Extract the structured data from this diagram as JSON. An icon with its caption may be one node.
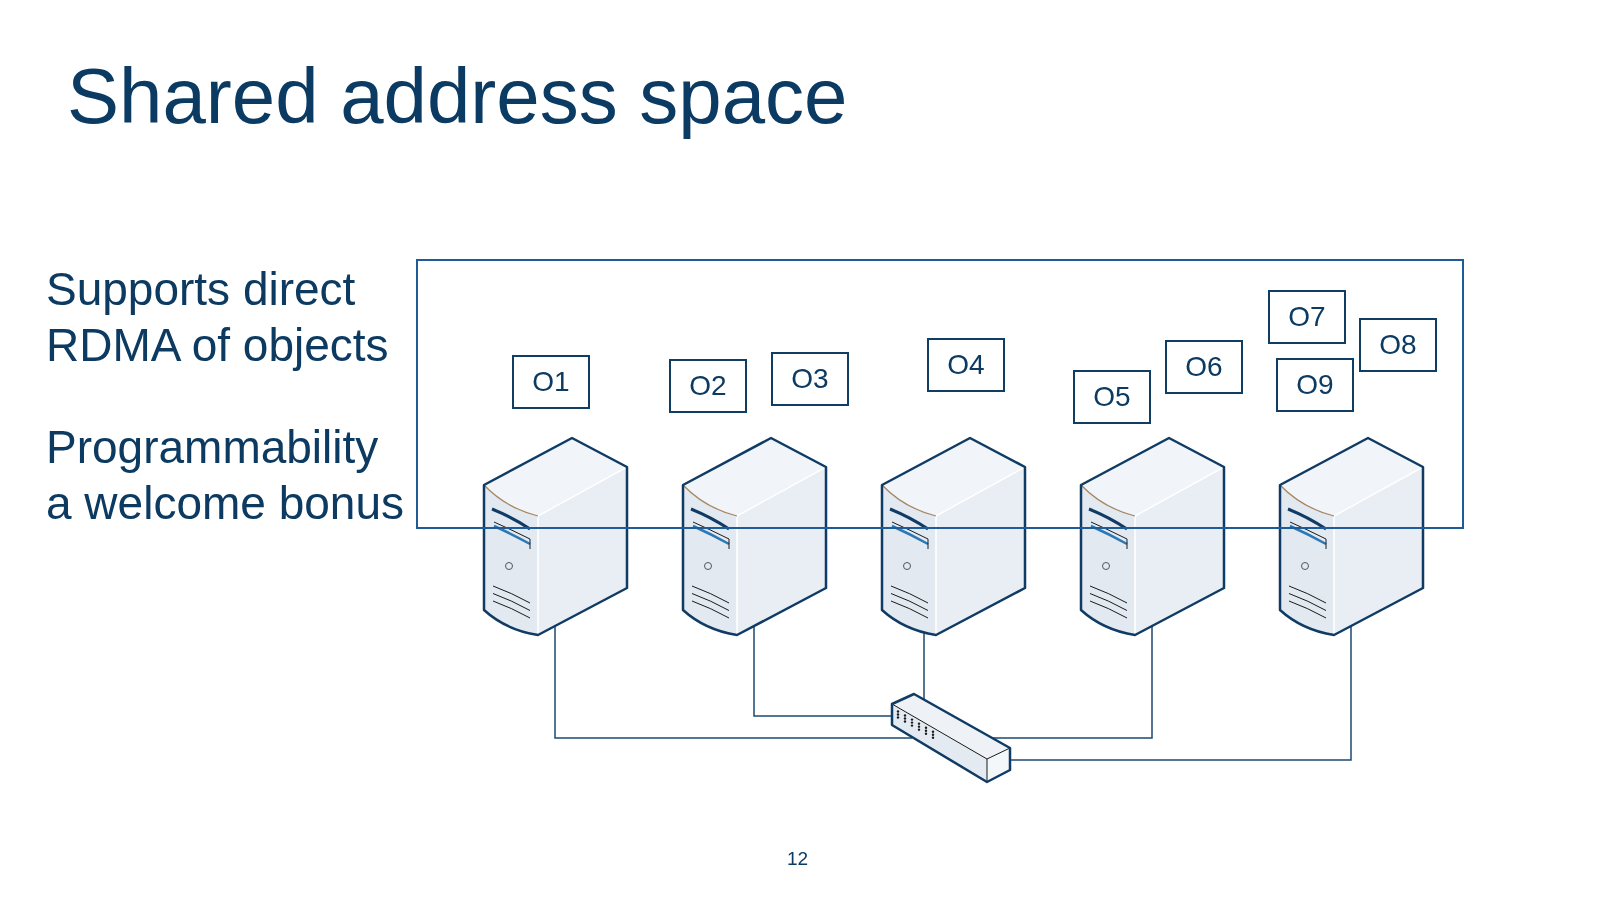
{
  "diagram": {
    "title": "Shared address space",
    "nodes": [
      {
        "text": [],
        "shape": "box"
      },
      {
        "text": [
          "O1"
        ],
        "in": 0
      },
      {
        "text": [
          "O2"
        ],
        "in": 0
      },
      {
        "text": [
          "O3"
        ],
        "in": 0
      },
      {
        "text": [
          "O4"
        ],
        "in": 0
      },
      {
        "text": [
          "O5"
        ],
        "in": 0
      },
      {
        "text": [
          "O6"
        ],
        "in": 0
      },
      {
        "text": [
          "O7"
        ],
        "in": 0
      },
      {
        "text": [
          "O8"
        ],
        "in": 0
      },
      {
        "text": [
          "O9"
        ],
        "in": 0
      },
      {
        "text": [],
        "shape": "picture"
      },
      {
        "text": [],
        "shape": "picture"
      },
      {
        "text": [],
        "shape": "picture"
      },
      {
        "text": [],
        "shape": "picture"
      },
      {
        "text": [],
        "shape": "picture"
      },
      {
        "text": [],
        "shape": "picture"
      }
    ],
    "edges": [
      {
        "from": 10,
        "to": 15,
        "arrow": "none"
      },
      {
        "from": 11,
        "to": 15,
        "arrow": "none"
      },
      {
        "from": 12,
        "to": 15,
        "arrow": "none"
      },
      {
        "from": 13,
        "to": 15,
        "arrow": "none"
      },
      {
        "from": 14,
        "to": 15,
        "arrow": "none"
      }
    ],
    "labels": [
      "Supports direct RDMA of objects",
      "Programmability a welcome bonus",
      "12"
    ]
  }
}
